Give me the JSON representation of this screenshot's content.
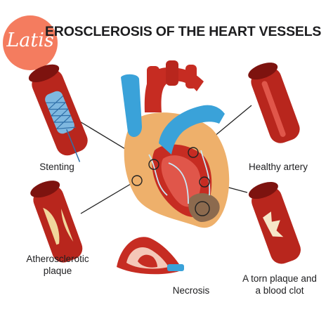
{
  "title": "EROSCLEROSIS OF THE HEART VESSELS",
  "logo": {
    "text": "Latis",
    "color": "#f47c5f"
  },
  "labels": {
    "stenting": "Stenting",
    "healthy_artery": "Healthy artery",
    "atherosclerotic_line1": "Atherosclerotic",
    "atherosclerotic_line2": "plaque",
    "necrosis": "Necrosis",
    "torn_line1": "A torn plaque and",
    "torn_line2": "a blood clot"
  },
  "colors": {
    "artery_red": "#b8261d",
    "artery_dark": "#7d130f",
    "vein_blue": "#3aa2d9",
    "plaque_yellow": "#f1d79c",
    "heart_red": "#c62c22",
    "fat_orange": "#eeb06b"
  }
}
